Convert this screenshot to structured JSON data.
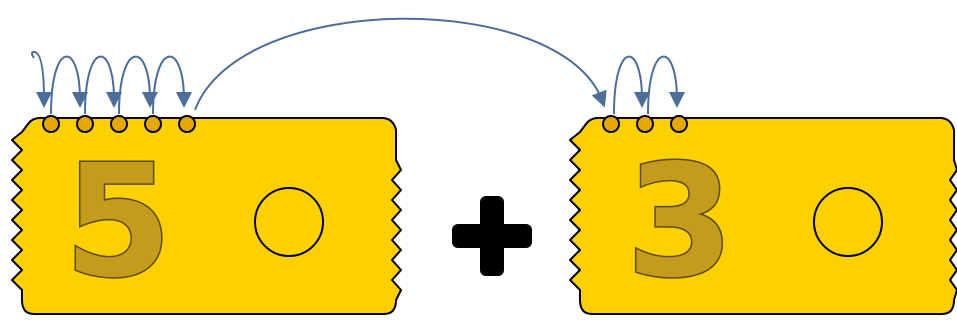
{
  "left_card": {
    "digit": "5",
    "dot_count": 5
  },
  "right_card": {
    "digit": "3",
    "dot_count": 3
  },
  "operator": {
    "symbol": "plus"
  },
  "colors": {
    "card_fill": "#fdd100",
    "card_stroke": "#000000",
    "digit_fill": "#c49b1b",
    "arc_stroke": "#4a6d9a"
  }
}
